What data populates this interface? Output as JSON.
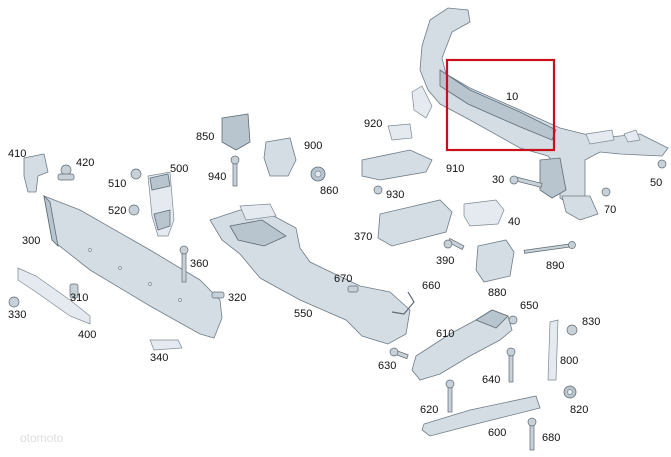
{
  "highlight_color": "#c8101a",
  "labels": {
    "p10": "10",
    "p30": "30",
    "p40": "40",
    "p50": "50",
    "p70": "70",
    "p300": "300",
    "p310": "310",
    "p320": "320",
    "p330": "330",
    "p340": "340",
    "p360": "360",
    "p370": "370",
    "p390": "390",
    "p400": "400",
    "p410": "410",
    "p420": "420",
    "p500": "500",
    "p510": "510",
    "p520": "520",
    "p550": "550",
    "p600": "600",
    "p610": "610",
    "p620": "620",
    "p630": "630",
    "p640": "640",
    "p650": "650",
    "p660": "660",
    "p670": "670",
    "p680": "680",
    "p800": "800",
    "p820": "820",
    "p830": "830",
    "p850": "850",
    "p860": "860",
    "p880": "880",
    "p890": "890",
    "p900": "900",
    "p910": "910",
    "p920": "920",
    "p930": "930",
    "p940": "940"
  },
  "watermark": "otomoto"
}
